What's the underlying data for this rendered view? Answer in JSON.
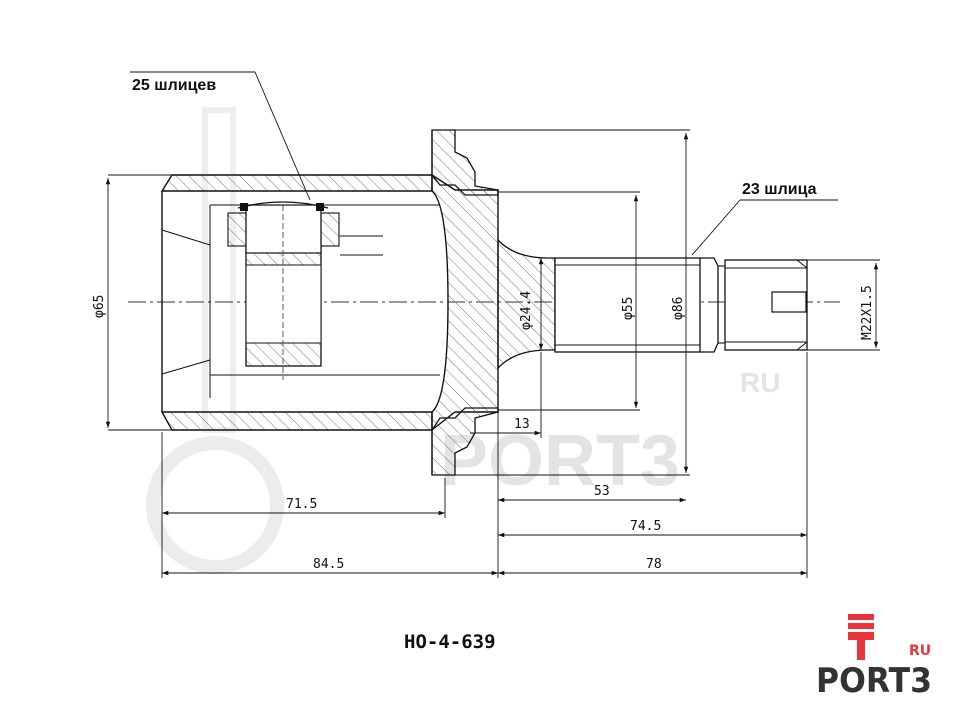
{
  "annotations": {
    "splines_housing": "25 шлицев",
    "splines_shaft": "23 шлица"
  },
  "dimensions": {
    "d65": "φ65",
    "d24_4": "φ24.4",
    "d55": "φ55",
    "d86": "φ86",
    "thread": "M22X1.5",
    "l13": "13",
    "l53": "53",
    "l71_5": "71.5",
    "l74_5": "74.5",
    "l84_5": "84.5",
    "l78": "78"
  },
  "part_number": "HO-4-639",
  "logo": {
    "brand": "PORT3",
    "suffix": "RU",
    "primary_color": "#333333",
    "accent_color": "#e8343a"
  },
  "watermark": {
    "brand": "PORT3",
    "suffix": "RU",
    "color": "#e4e4e4"
  }
}
